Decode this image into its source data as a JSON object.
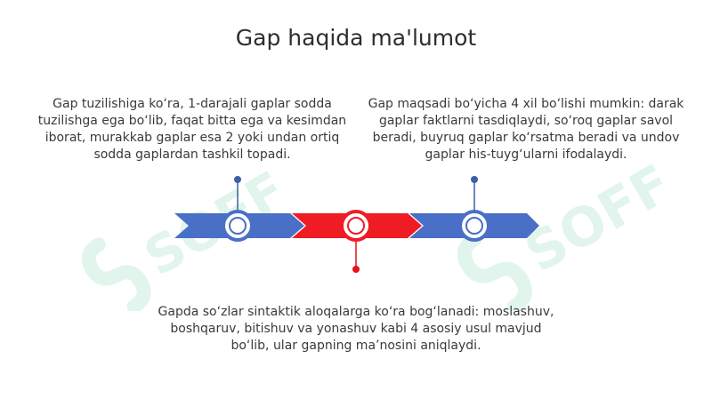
{
  "slide": {
    "title": "Gap haqida ma'lumot",
    "left_text": "Gap tuzilishiga ko‘ra, 1-darajali gaplar sodda tuzilishga ega bo‘lib, faqat bitta ega va kesimdan iborat, murakkab gaplar esa 2 yoki undan ortiq sodda gaplardan tashkil topadi.",
    "right_text": "Gap maqsadi bo‘yicha 4 xil bo‘lishi mumkin: darak gaplar faktlarni tasdiqlaydi, so‘roq gaplar savol beradi, buyruq gaplar ko‘rsatma beradi va undov gaplar his-tuyg‘ularni ifodalaydi.",
    "bottom_text": "Gapda so‘zlar sintaktik aloqalarga ko‘ra bog‘lanadi: moslashuv, boshqaruv, bitishuv va yonashuv kabi 4 asosiy usul mavjud bo‘lib, ular gapning ma’nosini aniqlaydi."
  },
  "watermark": {
    "text": "SOFF"
  },
  "colors": {
    "blue": "#4a6fc7",
    "red": "#ef1c24",
    "blue_dot": "#3c5fa8",
    "red_dot": "#e8101a",
    "watermark": "#22b573"
  }
}
